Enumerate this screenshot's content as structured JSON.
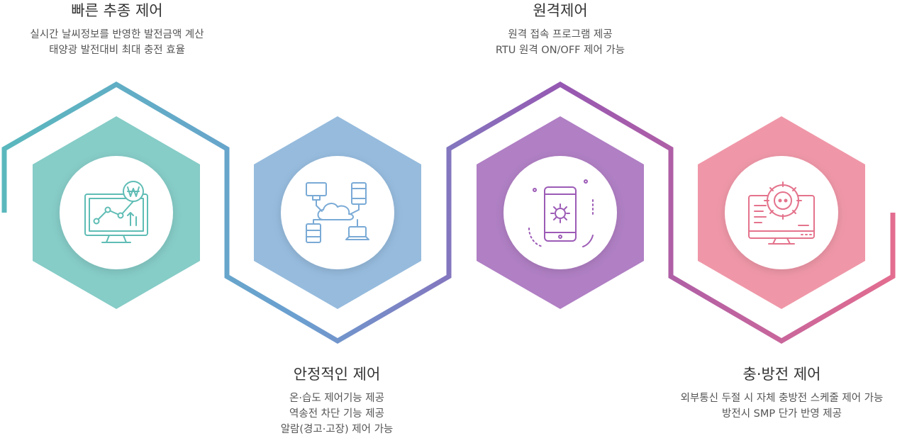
{
  "colors": {
    "teal": "#86ccc7",
    "blue": "#96bbdd",
    "purple": "#b07fc4",
    "pink": "#ef97a8",
    "line_start": "#5ab8bd",
    "line_mid1": "#6b9fd0",
    "line_mid2": "#9658b2",
    "line_end": "#e66e8e"
  },
  "steps": [
    {
      "title": "빠른 추종 제어",
      "lines": [
        "실시간 날씨정보를 반영한 발전금액 계산",
        "태양광 발전대비 최대 충전 효율"
      ],
      "icon": "monitor-chart-won-icon"
    },
    {
      "title": "안정적인 제어",
      "lines": [
        "온·습도 제어기능 제공",
        "역송전 차단 기능 제공",
        "알람(경고·고장) 제어 가능"
      ],
      "icon": "cloud-network-icon"
    },
    {
      "title": "원격제어",
      "lines": [
        "원격 접속 프로그램 제공",
        "RTU 원격 ON/OFF 제어 가능"
      ],
      "icon": "smartphone-gear-icon"
    },
    {
      "title": "충·방전 제어",
      "lines": [
        "외부통신 두절 시 자체 충방전 스케줄 제어 가능",
        "방전시 SMP 단가 반영 제공"
      ],
      "icon": "monitor-gear-icon"
    }
  ]
}
